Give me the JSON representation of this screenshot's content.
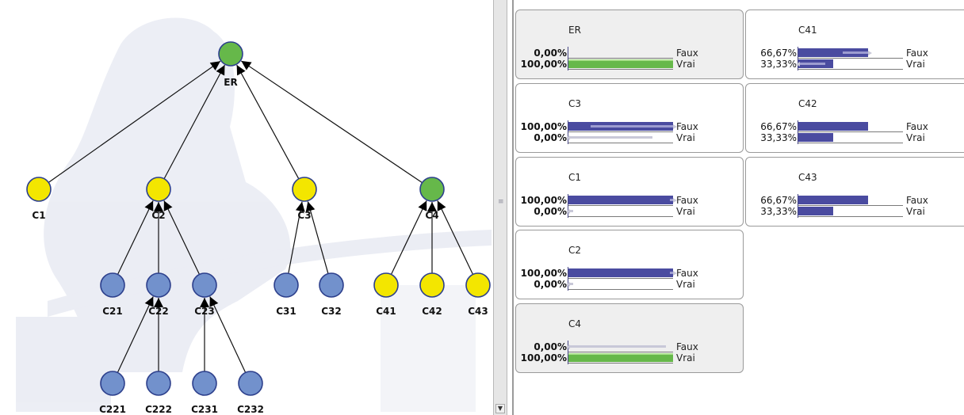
{
  "graph": {
    "nodes": [
      {
        "id": "ER",
        "state": "true"
      },
      {
        "id": "C1",
        "state": "false"
      },
      {
        "id": "C2",
        "state": "false"
      },
      {
        "id": "C3",
        "state": "false"
      },
      {
        "id": "C4",
        "state": "true"
      },
      {
        "id": "C21",
        "state": "unknown"
      },
      {
        "id": "C22",
        "state": "unknown"
      },
      {
        "id": "C23",
        "state": "unknown"
      },
      {
        "id": "C31",
        "state": "unknown"
      },
      {
        "id": "C32",
        "state": "unknown"
      },
      {
        "id": "C41",
        "state": "false"
      },
      {
        "id": "C42",
        "state": "false"
      },
      {
        "id": "C43",
        "state": "false"
      },
      {
        "id": "C221",
        "state": "unknown"
      },
      {
        "id": "C222",
        "state": "unknown"
      },
      {
        "id": "C231",
        "state": "unknown"
      },
      {
        "id": "C232",
        "state": "unknown"
      }
    ],
    "edges": [
      [
        "C1",
        "ER"
      ],
      [
        "C2",
        "ER"
      ],
      [
        "C3",
        "ER"
      ],
      [
        "C4",
        "ER"
      ],
      [
        "C21",
        "C2"
      ],
      [
        "C22",
        "C2"
      ],
      [
        "C23",
        "C2"
      ],
      [
        "C31",
        "C3"
      ],
      [
        "C32",
        "C3"
      ],
      [
        "C41",
        "C4"
      ],
      [
        "C42",
        "C4"
      ],
      [
        "C43",
        "C4"
      ],
      [
        "C221",
        "C22"
      ],
      [
        "C222",
        "C22"
      ],
      [
        "C231",
        "C23"
      ],
      [
        "C232",
        "C23"
      ]
    ],
    "colors": {
      "true": "#66b84a",
      "false": "#f3e600",
      "unknown": "#7291cc",
      "stroke": "#2c3f8c"
    }
  },
  "monitors": [
    {
      "id": "ER",
      "title": "ER",
      "grey": true,
      "rows": [
        {
          "label": "Faux",
          "pct": "0,00%",
          "fraction": 0.0,
          "style": "none",
          "ghost": 0.0
        },
        {
          "label": "Vrai",
          "pct": "100,00%",
          "fraction": 1.0,
          "style": "green",
          "ghost": 0.0
        }
      ]
    },
    {
      "id": "C3",
      "title": "C3",
      "grey": false,
      "rows": [
        {
          "label": "Faux",
          "pct": "100,00%",
          "fraction": 1.0,
          "style": "blue",
          "ghost": 0.79
        },
        {
          "label": "Vrai",
          "pct": "0,00%",
          "fraction": 0.0,
          "style": "none",
          "ghost": 0.79
        }
      ]
    },
    {
      "id": "C1",
      "title": "C1",
      "grey": false,
      "rows": [
        {
          "label": "Faux",
          "pct": "100,00%",
          "fraction": 1.0,
          "style": "blue",
          "ghost": 0.03
        },
        {
          "label": "Vrai",
          "pct": "0,00%",
          "fraction": 0.0,
          "style": "none",
          "ghost": 0.03
        }
      ]
    },
    {
      "id": "C2",
      "title": "C2",
      "grey": false,
      "rows": [
        {
          "label": "Faux",
          "pct": "100,00%",
          "fraction": 1.0,
          "style": "blue",
          "ghost": 0.03
        },
        {
          "label": "Vrai",
          "pct": "0,00%",
          "fraction": 0.0,
          "style": "none",
          "ghost": 0.03
        }
      ]
    },
    {
      "id": "C4",
      "title": "C4",
      "grey": true,
      "rows": [
        {
          "label": "Faux",
          "pct": "0,00%",
          "fraction": 0.0,
          "style": "none",
          "ghost": 0.92
        },
        {
          "label": "Vrai",
          "pct": "100,00%",
          "fraction": 1.0,
          "style": "green",
          "ghost": 0.0
        }
      ]
    },
    {
      "id": "C41",
      "title": "C41",
      "grey": false,
      "rows": [
        {
          "label": "Faux",
          "pct": "66,67%",
          "fraction": 0.6667,
          "style": "blue",
          "ghost": 0.24
        },
        {
          "label": "Vrai",
          "pct": "33,33%",
          "fraction": 0.3333,
          "style": "blue",
          "ghost": 0.24
        }
      ]
    },
    {
      "id": "C42",
      "title": "C42",
      "grey": false,
      "rows": [
        {
          "label": "Faux",
          "pct": "66,67%",
          "fraction": 0.6667,
          "style": "blue",
          "ghost": 0.0
        },
        {
          "label": "Vrai",
          "pct": "33,33%",
          "fraction": 0.3333,
          "style": "blue",
          "ghost": 0.0
        }
      ]
    },
    {
      "id": "C43",
      "title": "C43",
      "grey": false,
      "rows": [
        {
          "label": "Faux",
          "pct": "66,67%",
          "fraction": 0.6667,
          "style": "blue",
          "ghost": 0.0
        },
        {
          "label": "Vrai",
          "pct": "33,33%",
          "fraction": 0.3333,
          "style": "blue",
          "ghost": 0.0
        }
      ]
    }
  ]
}
